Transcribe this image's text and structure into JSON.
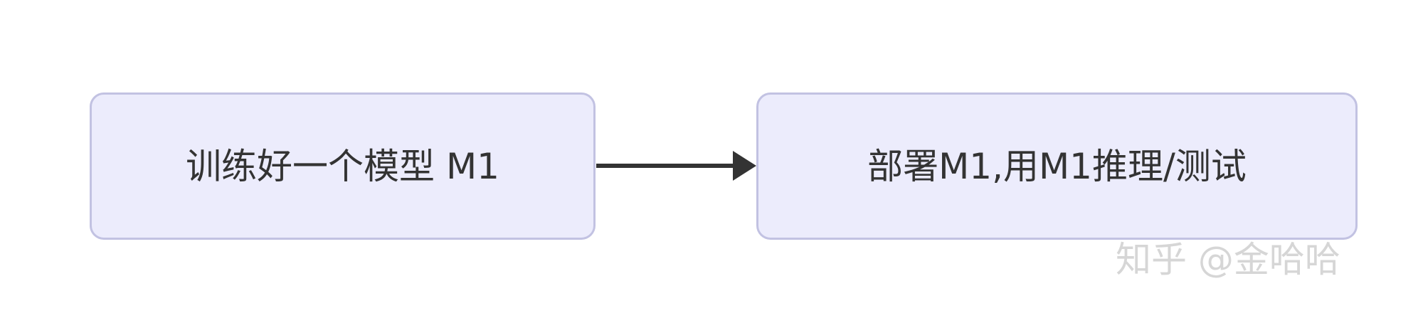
{
  "diagram": {
    "nodes": [
      {
        "id": "node-1",
        "label": "训练好一个模型 M1"
      },
      {
        "id": "node-2",
        "label": "部署M1,用M1推理/测试"
      }
    ],
    "edges": [
      {
        "from": "node-1",
        "to": "node-2"
      }
    ],
    "colors": {
      "node_fill": "#ececfc",
      "node_border": "#c2c2e2",
      "text": "#333333",
      "edge": "#333333"
    }
  },
  "watermark": {
    "text": "知乎 @金哈哈"
  }
}
